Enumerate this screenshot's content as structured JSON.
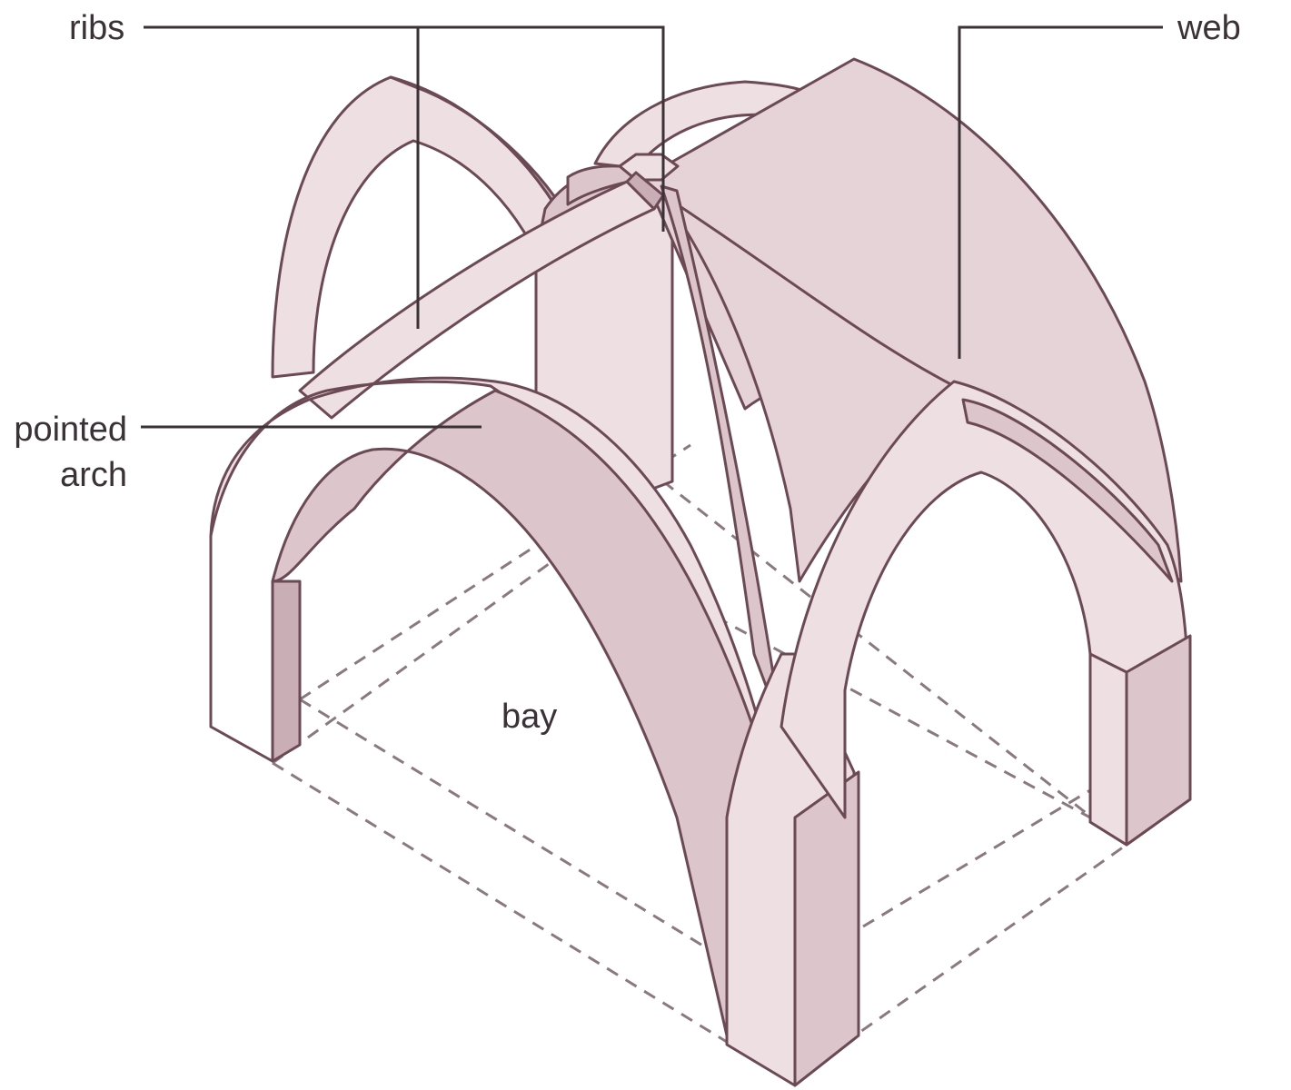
{
  "labels": {
    "ribs": "ribs",
    "web": "web",
    "pointed_arch_line1": "pointed",
    "pointed_arch_line2": "arch",
    "bay": "bay"
  },
  "colors": {
    "stone_light": "#eddfe2",
    "stone_mid": "#dcc5cb",
    "stone_dark": "#c9aeb6",
    "outline": "#6b4a55",
    "leader": "#3a3236"
  }
}
